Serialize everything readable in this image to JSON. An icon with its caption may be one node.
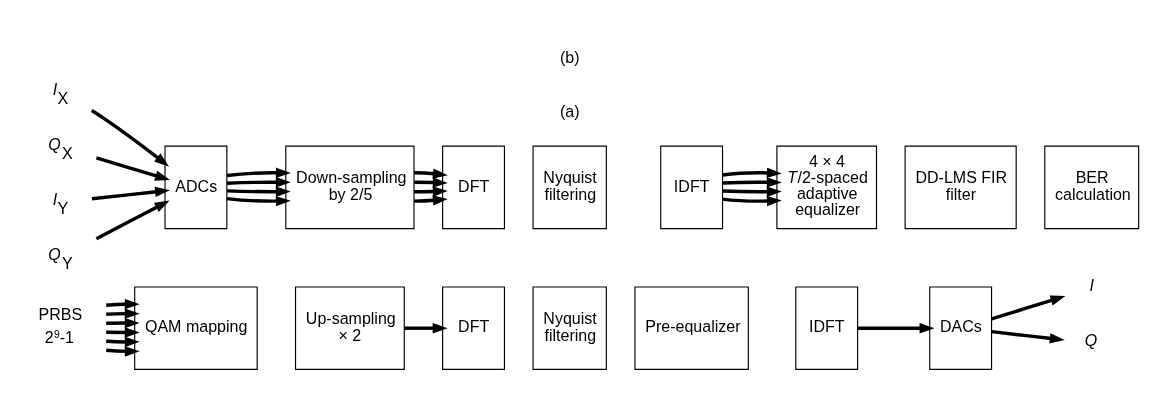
{
  "diagram": {
    "nodes": [
      {
        "text": [
          "PRBS 2$^{9}$-1"
        ]
      },
      {
        "text": [
          "QAM mapping"
        ]
      },
      {
        "text": [
          "Up-sampling × 2"
        ]
      },
      {
        "text": [
          "DFT"
        ]
      },
      {
        "text": [
          "Nyquist filtering"
        ]
      },
      {
        "text": [
          "Pre-equalizer"
        ]
      },
      {
        "text": [
          "IDFT"
        ]
      },
      {
        "text": [
          "DACs"
        ]
      },
      {
        "text": [
          "I"
        ]
      },
      {
        "text": [
          "Q"
        ]
      },
      {
        "text": [
          "*I*$_{X}$"
        ]
      },
      {
        "text": [
          "*Q*$_{X}$"
        ]
      },
      {
        "text": [
          "*I*$_{Y}$"
        ]
      },
      {
        "text": [
          "*Q*$_{Y}$"
        ]
      },
      {
        "text": [
          "ADCs"
        ]
      },
      {
        "text": [
          "Down-sampling by 2/5"
        ]
      },
      {
        "text": [
          "DFT"
        ]
      },
      {
        "text": [
          "Nyquist filtering"
        ]
      },
      {
        "text": [
          "IDFT"
        ]
      },
      {
        "text": [
          "4 × 4 *T*/2-spaced adaptive equalizer"
        ]
      },
      {
        "text": [
          "DD-LMS FIR filter"
        ]
      },
      {
        "text": [
          "BER calculation"
        ]
      }
    ],
    "edges": [
      {
        "from": 0,
        "to": 1,
        "arrow": "to"
      },
      {
        "from": 0,
        "to": 1,
        "arrow": "to"
      },
      {
        "from": 0,
        "to": 1,
        "arrow": "to"
      },
      {
        "from": 0,
        "to": 1,
        "arrow": "to"
      },
      {
        "from": 0,
        "to": 1,
        "arrow": "to"
      },
      {
        "from": 0,
        "to": 1,
        "arrow": "to"
      },
      {
        "from": 2,
        "to": 3,
        "arrow": "to"
      },
      {
        "from": 6,
        "to": 7,
        "arrow": "to"
      },
      {
        "from": 7,
        "to": 8,
        "arrow": "to"
      },
      {
        "from": 7,
        "to": 9,
        "arrow": "to"
      },
      {
        "from": 10,
        "to": 14,
        "arrow": "to"
      },
      {
        "from": 11,
        "to": 14,
        "arrow": "to"
      },
      {
        "from": 12,
        "to": 14,
        "arrow": "to"
      },
      {
        "from": 13,
        "to": 14,
        "arrow": "to"
      },
      {
        "from": 14,
        "to": 15,
        "arrow": "to"
      },
      {
        "from": 14,
        "to": 15,
        "arrow": "to"
      },
      {
        "from": 14,
        "to": 15,
        "arrow": "to"
      },
      {
        "from": 14,
        "to": 15,
        "arrow": "to"
      },
      {
        "from": 15,
        "to": 16,
        "arrow": "to"
      },
      {
        "from": 15,
        "to": 16,
        "arrow": "to"
      },
      {
        "from": 15,
        "to": 16,
        "arrow": "to"
      },
      {
        "from": 15,
        "to": 16,
        "arrow": "to"
      },
      {
        "from": 18,
        "to": 19,
        "arrow": "to"
      },
      {
        "from": 18,
        "to": 19,
        "arrow": "to"
      },
      {
        "from": 18,
        "to": 19,
        "arrow": "to"
      },
      {
        "from": 18,
        "to": 19,
        "arrow": "to"
      }
    ],
    "labels": [
      "(a)",
      "(b)"
    ]
  }
}
